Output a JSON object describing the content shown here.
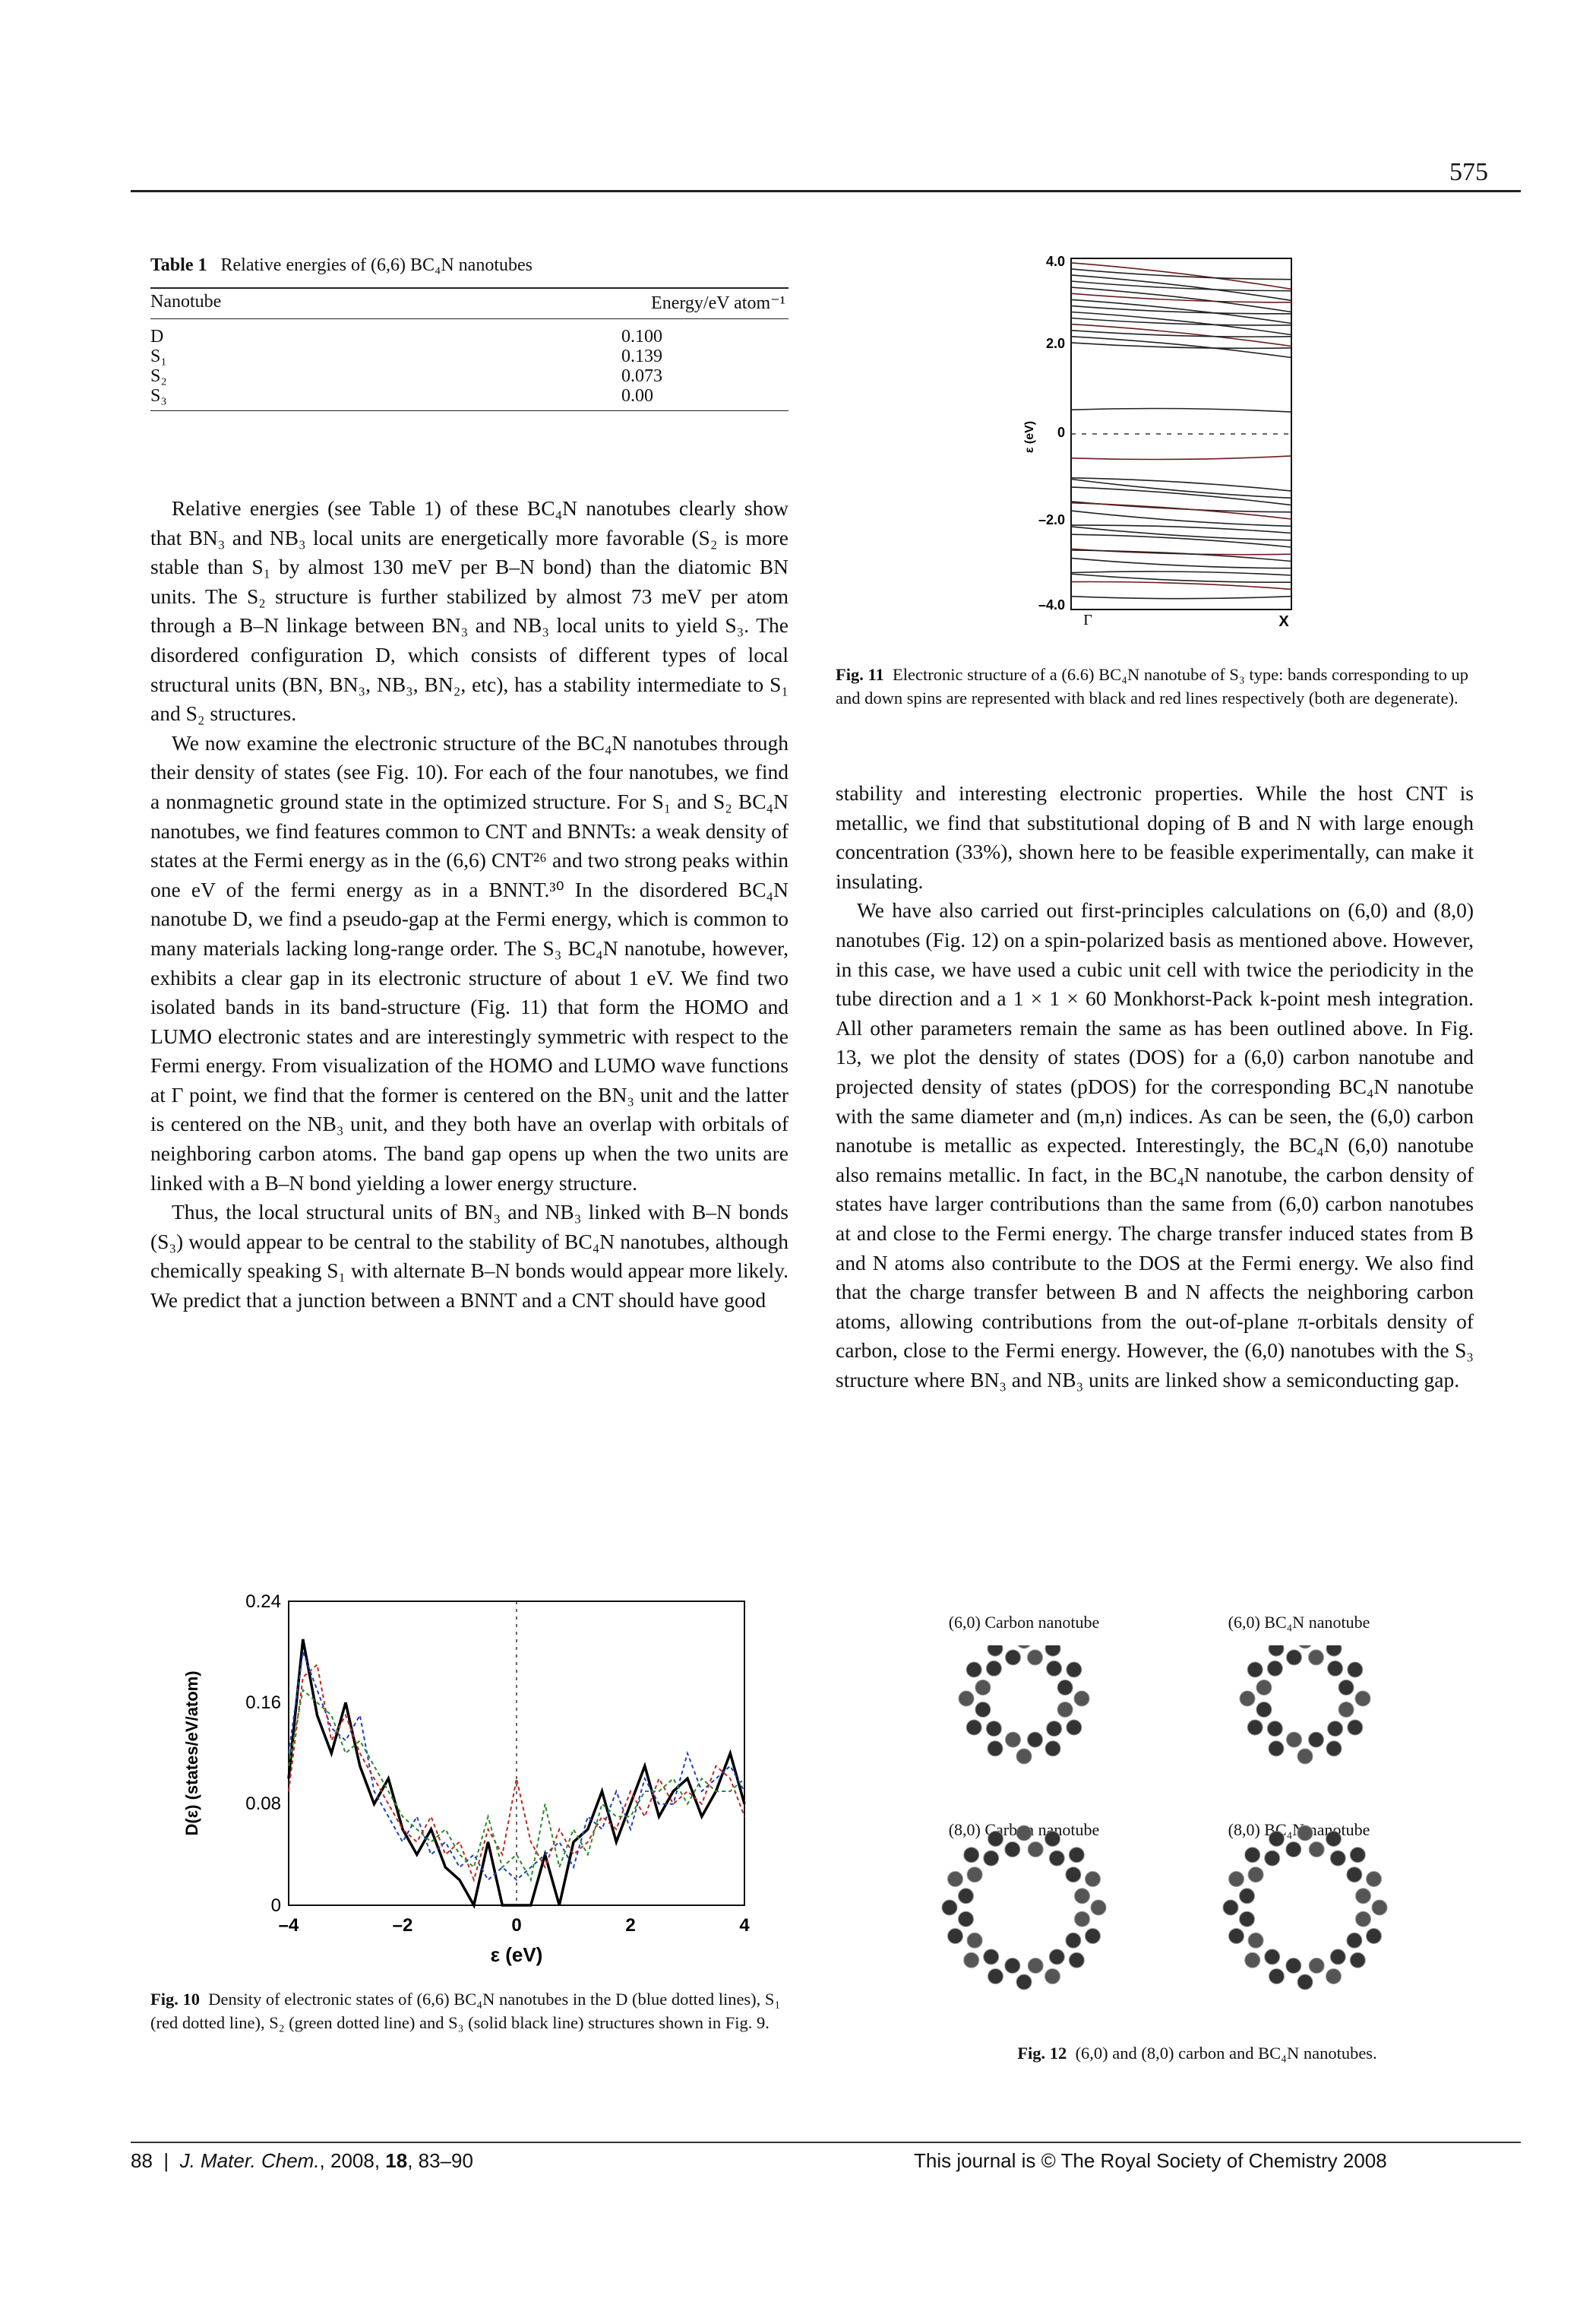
{
  "page_number": "575",
  "table1": {
    "label": "Table 1",
    "title": "Relative energies of (6,6) BC₄N nanotubes",
    "col_headers": [
      "Nanotube",
      "Energy/eV atom⁻¹"
    ],
    "rows": [
      {
        "name": "D",
        "energy": "0.100"
      },
      {
        "name": "S₁",
        "energy": "0.139"
      },
      {
        "name": "S₂",
        "energy": "0.073"
      },
      {
        "name": "S₃",
        "energy": "0.00"
      }
    ]
  },
  "left_paragraphs": [
    "Relative energies (see Table 1) of these BC₄N nanotubes clearly show that BN₃ and NB₃ local units are energetically more favorable (S₂ is more stable than S₁ by almost 130 meV per B–N bond) than the diatomic BN units. The S₂ structure is further stabilized by almost 73 meV per atom through a B–N linkage between BN₃ and NB₃ local units to yield S₃. The disordered configuration D, which consists of different types of local structural units (BN, BN₃, NB₃, BN₂, etc), has a stability intermediate to S₁ and S₂ structures.",
    "We now examine the electronic structure of the BC₄N nanotubes through their density of states (see Fig. 10). For each of the four nanotubes, we find a nonmagnetic ground state in the optimized structure. For S₁ and S₂ BC₄N nanotubes, we find features common to CNT and BNNTs: a weak density of states at the Fermi energy as in the (6,6) CNT²⁶ and two strong peaks within one eV of the fermi energy as in a BNNT.³⁰ In the disordered BC₄N nanotube D, we find a pseudo-gap at the Fermi energy, which is common to many materials lacking long-range order. The S₃ BC₄N nanotube, however, exhibits a clear gap in its electronic structure of about 1 eV. We find two isolated bands in its band-structure (Fig. 11) that form the HOMO and LUMO electronic states and are interestingly symmetric with respect to the Fermi energy. From visualization of the HOMO and LUMO wave functions at Γ point, we find that the former is centered on the BN₃ unit and the latter is centered on the NB₃ unit, and they both have an overlap with orbitals of neighboring carbon atoms. The band gap opens up when the two units are linked with a B–N bond yielding a lower energy structure.",
    "Thus, the local structural units of BN₃ and NB₃ linked with B–N bonds (S₃) would appear to be central to the stability of BC₄N nanotubes, although chemically speaking S₁ with alternate B–N bonds would appear more likely. We predict that a junction between a BNNT and a CNT should have good"
  ],
  "right_paragraphs": [
    "stability and interesting electronic properties. While the host CNT is metallic, we find that substitutional doping of B and N with large enough concentration (33%), shown here to be feasible experimentally, can make it insulating.",
    "We have also carried out first-principles calculations on (6,0) and (8,0) nanotubes (Fig. 12) on a spin-polarized basis as mentioned above. However, in this case, we have used a cubic unit cell with twice the periodicity in the tube direction and a 1 × 1 × 60 Monkhorst-Pack k-point mesh integration. All other parameters remain the same as has been outlined above. In Fig. 13, we plot the density of states (DOS) for a (6,0) carbon nanotube and projected density of states (pDOS) for the corresponding BC₄N nanotube with the same diameter and (m,n) indices. As can be seen, the (6,0) carbon nanotube is metallic as expected. Interestingly, the BC₄N (6,0) nanotube also remains metallic. In fact, in the BC₄N nanotube, the carbon density of states have larger contributions than the same from (6,0) carbon nanotubes at and close to the Fermi energy. The charge transfer induced states from B and N atoms also contribute to the DOS at the Fermi energy. We also find that the charge transfer between B and N affects the neighboring carbon atoms, allowing contributions from the out-of-plane π-orbitals density of carbon, close to the Fermi energy. However, the (6,0) nanotubes with the S₃ structure where BN₃ and NB₃ units are linked show a semiconducting gap."
  ],
  "fig11": {
    "label": "Fig. 11",
    "caption": "Electronic structure of a (6.6) BC₄N nanotube of S₃ type: bands corresponding to up and down spins are represented with black and red lines respectively (both are degenerate).",
    "ylabel": "ε (eV)",
    "yticks": [
      "4.0",
      "2.0",
      "0",
      "–2.0",
      "–4.0"
    ],
    "xticks": [
      "Γ",
      "X"
    ]
  },
  "fig10": {
    "label": "Fig. 10",
    "caption": "Density of electronic states of (6,6) BC₄N nanotubes in the D (blue dotted lines), S₁ (red dotted line), S₂ (green dotted line) and S₃ (solid black line) structures shown in Fig. 9.",
    "ylabel": "D(ε) (states/eV/atom)",
    "xlabel": "ε (eV)",
    "yticks": [
      "0.24",
      "0.16",
      "0.08",
      "0"
    ],
    "xticks": [
      "–4",
      "–2",
      "0",
      "2",
      "4"
    ]
  },
  "fig12": {
    "label": "Fig. 12",
    "caption": "(6,0) and (8,0) carbon and BC₄N nanotubes.",
    "panels": [
      "(6,0) Carbon nanotube",
      "(6,0) BC₄N nanotube",
      "(8,0) Carbon nanotube",
      "(8,0) BC₄N nanotube"
    ]
  },
  "chart_data": [
    {
      "type": "line",
      "title": "",
      "xlabel": "ε (eV)",
      "ylabel": "D(ε) (states/eV/atom)",
      "xlim": [
        -4,
        4
      ],
      "ylim": [
        0,
        0.24
      ],
      "x": [
        -4.0,
        -3.75,
        -3.5,
        -3.25,
        -3.0,
        -2.75,
        -2.5,
        -2.25,
        -2.0,
        -1.75,
        -1.5,
        -1.25,
        -1.0,
        -0.75,
        -0.5,
        -0.25,
        0.0,
        0.25,
        0.5,
        0.75,
        1.0,
        1.25,
        1.5,
        1.75,
        2.0,
        2.25,
        2.5,
        2.75,
        3.0,
        3.25,
        3.5,
        3.75,
        4.0
      ],
      "series": [
        {
          "name": "",
          "style": "solid",
          "color": "#000000",
          "values": [
            0.1,
            0.21,
            0.15,
            0.12,
            0.16,
            0.11,
            0.08,
            0.1,
            0.06,
            0.04,
            0.06,
            0.03,
            0.02,
            0.0,
            0.05,
            0.0,
            0.0,
            0.0,
            0.04,
            0.0,
            0.05,
            0.06,
            0.09,
            0.05,
            0.08,
            0.11,
            0.07,
            0.09,
            0.1,
            0.07,
            0.09,
            0.12,
            0.08
          ]
        },
        {
          "name": "",
          "style": "dotted",
          "color": "#1f3fbf",
          "values": [
            0.12,
            0.2,
            0.17,
            0.14,
            0.13,
            0.15,
            0.09,
            0.07,
            0.05,
            0.07,
            0.04,
            0.05,
            0.03,
            0.04,
            0.02,
            0.03,
            0.02,
            0.03,
            0.04,
            0.05,
            0.03,
            0.07,
            0.06,
            0.09,
            0.06,
            0.1,
            0.08,
            0.08,
            0.12,
            0.09,
            0.1,
            0.11,
            0.09
          ]
        },
        {
          "name": "",
          "style": "dotted",
          "color": "#c0281e",
          "values": [
            0.09,
            0.18,
            0.19,
            0.13,
            0.15,
            0.12,
            0.1,
            0.08,
            0.06,
            0.05,
            0.07,
            0.04,
            0.05,
            0.02,
            0.06,
            0.04,
            0.1,
            0.05,
            0.03,
            0.06,
            0.04,
            0.05,
            0.07,
            0.06,
            0.09,
            0.07,
            0.1,
            0.08,
            0.09,
            0.08,
            0.11,
            0.1,
            0.07
          ]
        },
        {
          "name": "",
          "style": "dotted",
          "color": "#2a8a2a",
          "values": [
            0.11,
            0.17,
            0.16,
            0.15,
            0.12,
            0.13,
            0.11,
            0.09,
            0.07,
            0.06,
            0.05,
            0.06,
            0.04,
            0.03,
            0.07,
            0.03,
            0.04,
            0.02,
            0.08,
            0.03,
            0.06,
            0.04,
            0.08,
            0.07,
            0.07,
            0.09,
            0.09,
            0.1,
            0.08,
            0.1,
            0.09,
            0.09,
            0.1
          ]
        }
      ]
    }
  ]
}
